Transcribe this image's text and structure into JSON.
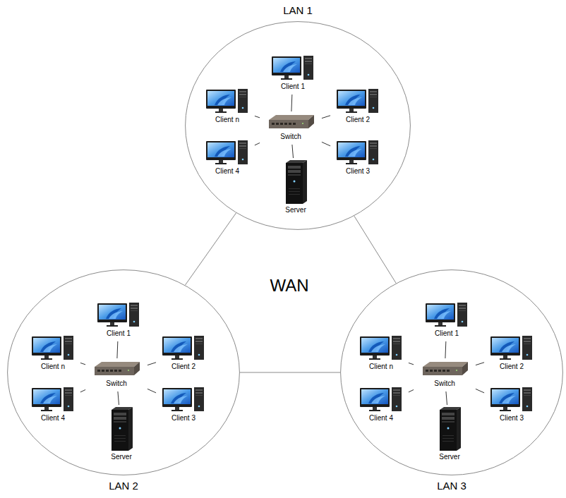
{
  "diagram": {
    "nodes": [
      {
        "text": [
          "LAN 1"
        ]
      },
      {
        "text": [
          "Client 1"
        ],
        "in": 0
      },
      {
        "text": [
          "Client n"
        ],
        "in": 0
      },
      {
        "text": [
          "Switch"
        ],
        "in": 0
      },
      {
        "text": [
          "Client 2"
        ],
        "in": 0
      },
      {
        "text": [
          "Client 4"
        ],
        "in": 0
      },
      {
        "text": [
          "Client 3"
        ],
        "in": 0
      },
      {
        "text": [
          "Server"
        ],
        "in": 0
      },
      {
        "text": [
          "LAN 2"
        ]
      },
      {
        "text": [
          "Client 1"
        ],
        "in": 8
      },
      {
        "text": [
          "Client n"
        ],
        "in": 8
      },
      {
        "text": [
          "Switch"
        ],
        "in": 8
      },
      {
        "text": [
          "Client 2"
        ],
        "in": 8
      },
      {
        "text": [
          "Client 4"
        ],
        "in": 8
      },
      {
        "text": [
          "Client 3"
        ],
        "in": 8
      },
      {
        "text": [
          "Server"
        ],
        "in": 8
      },
      {
        "text": [
          "LAN 3"
        ]
      },
      {
        "text": [
          "Client 1"
        ],
        "in": 16
      },
      {
        "text": [
          "Client n"
        ],
        "in": 16
      },
      {
        "text": [
          "Switch"
        ],
        "in": 16
      },
      {
        "text": [
          "Client 2"
        ],
        "in": 16
      },
      {
        "text": [
          "Client 4"
        ],
        "in": 16
      },
      {
        "text": [
          "Client 3"
        ],
        "in": 16
      },
      {
        "text": [
          "Server"
        ],
        "in": 16
      }
    ],
    "edges": [
      {
        "from": 3,
        "to": 1,
        "arrow": "none"
      },
      {
        "from": 3,
        "to": 2,
        "arrow": "none"
      },
      {
        "from": 3,
        "to": 4,
        "arrow": "none"
      },
      {
        "from": 3,
        "to": 5,
        "arrow": "none"
      },
      {
        "from": 3,
        "to": 6,
        "arrow": "none"
      },
      {
        "from": 3,
        "to": 7,
        "arrow": "none"
      },
      {
        "from": 11,
        "to": 9,
        "arrow": "none"
      },
      {
        "from": 11,
        "to": 10,
        "arrow": "none"
      },
      {
        "from": 11,
        "to": 12,
        "arrow": "none"
      },
      {
        "from": 11,
        "to": 13,
        "arrow": "none"
      },
      {
        "from": 11,
        "to": 14,
        "arrow": "none"
      },
      {
        "from": 11,
        "to": 15,
        "arrow": "none"
      },
      {
        "from": 19,
        "to": 17,
        "arrow": "none"
      },
      {
        "from": 19,
        "to": 18,
        "arrow": "none"
      },
      {
        "from": 19,
        "to": 20,
        "arrow": "none"
      },
      {
        "from": 19,
        "to": 21,
        "arrow": "none"
      },
      {
        "from": 19,
        "to": 22,
        "arrow": "none"
      },
      {
        "from": 19,
        "to": 23,
        "arrow": "none"
      },
      {
        "from": 0,
        "to": 8,
        "arrow": "none"
      },
      {
        "from": 0,
        "to": 16,
        "arrow": "none"
      },
      {
        "from": 8,
        "to": 16,
        "arrow": "none"
      }
    ],
    "labels": [
      "WAN"
    ]
  }
}
